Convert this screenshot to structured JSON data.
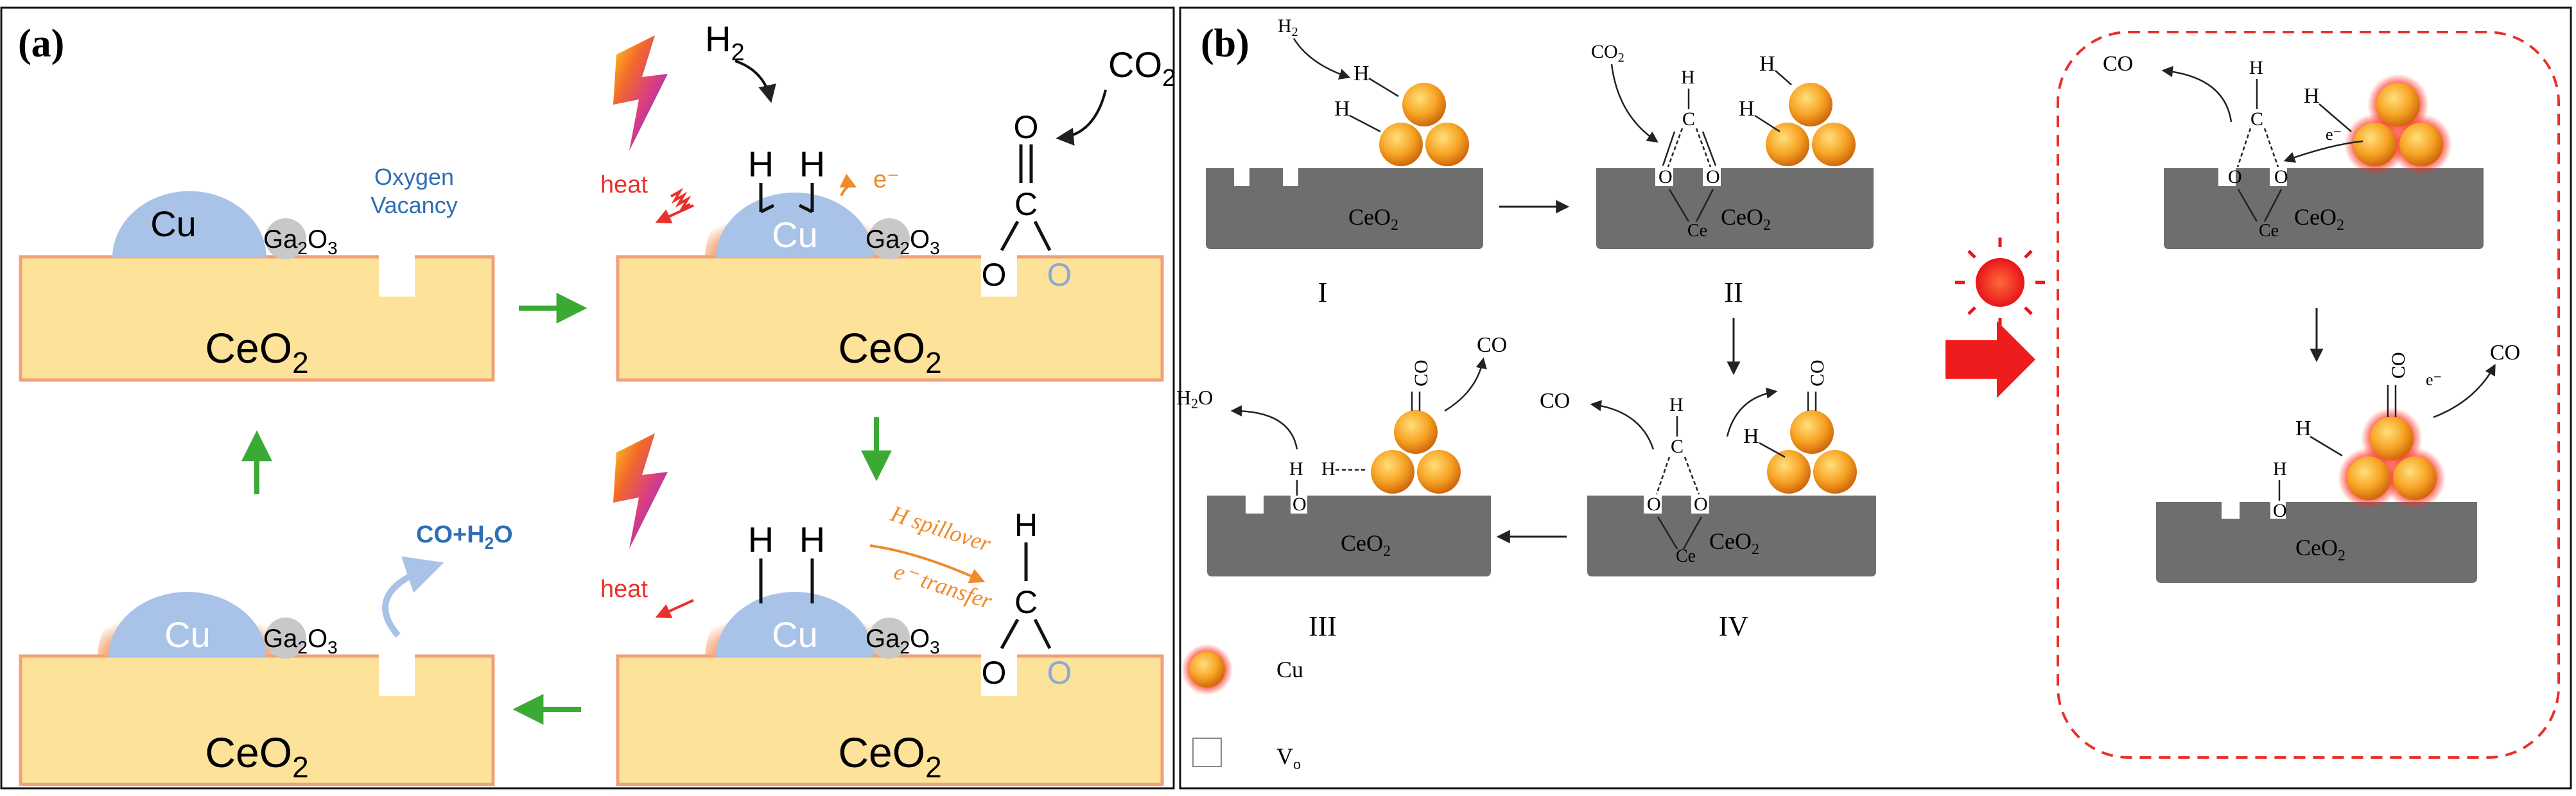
{
  "panel_a": {
    "label": "(a)",
    "ceo2": "CeO",
    "ceo2_sub": "2",
    "cu": "Cu",
    "ga": "Ga",
    "ga_sub": "2",
    "o3": "O",
    "o3_sub": "3",
    "oxygen": "Oxygen",
    "vacancy": "Vacancy",
    "heat": "heat",
    "h2": "H",
    "h2_sub": "2",
    "co2": "CO",
    "co2_sub": "2",
    "electron": "e⁻",
    "h_spillover": "H spillover",
    "e_transfer": "e⁻ transfer",
    "co_h2o": "CO+H",
    "co_h2o_sub": "2",
    "co_h2o_end": "O",
    "h": "H",
    "c": "C",
    "o": "O"
  },
  "panel_b": {
    "label": "(b)",
    "step_I": "I",
    "step_II": "II",
    "step_III": "III",
    "step_IV": "IV",
    "ceo2": "CeO",
    "ceo2_sub": "2",
    "h2": "H",
    "h2_sub": "2",
    "co2": "CO",
    "co2_sub": "2",
    "h2o": "H",
    "h2o_sub": "2",
    "h2o_end": "O",
    "co": "CO",
    "ce": "Ce",
    "h": "H",
    "c": "C",
    "o": "O",
    "e": "e⁻",
    "legend_cu": "Cu",
    "legend_vo": "V",
    "legend_vo_sub": "o"
  },
  "colors": {
    "ceo2_fill": "#fde29a",
    "ceo2_stroke": "#f0a07a",
    "cu_fill": "#a9c3e8",
    "cu_glow": "#f9b38a",
    "ga_fill": "#c8c8c8",
    "arrow_green": "#3aaa35",
    "heat_red": "#e8312a",
    "orange": "#f08a2a",
    "blue_text": "#2f6db5",
    "gray_support": "#6e6e6e",
    "red_dashed": "#e8312a"
  }
}
